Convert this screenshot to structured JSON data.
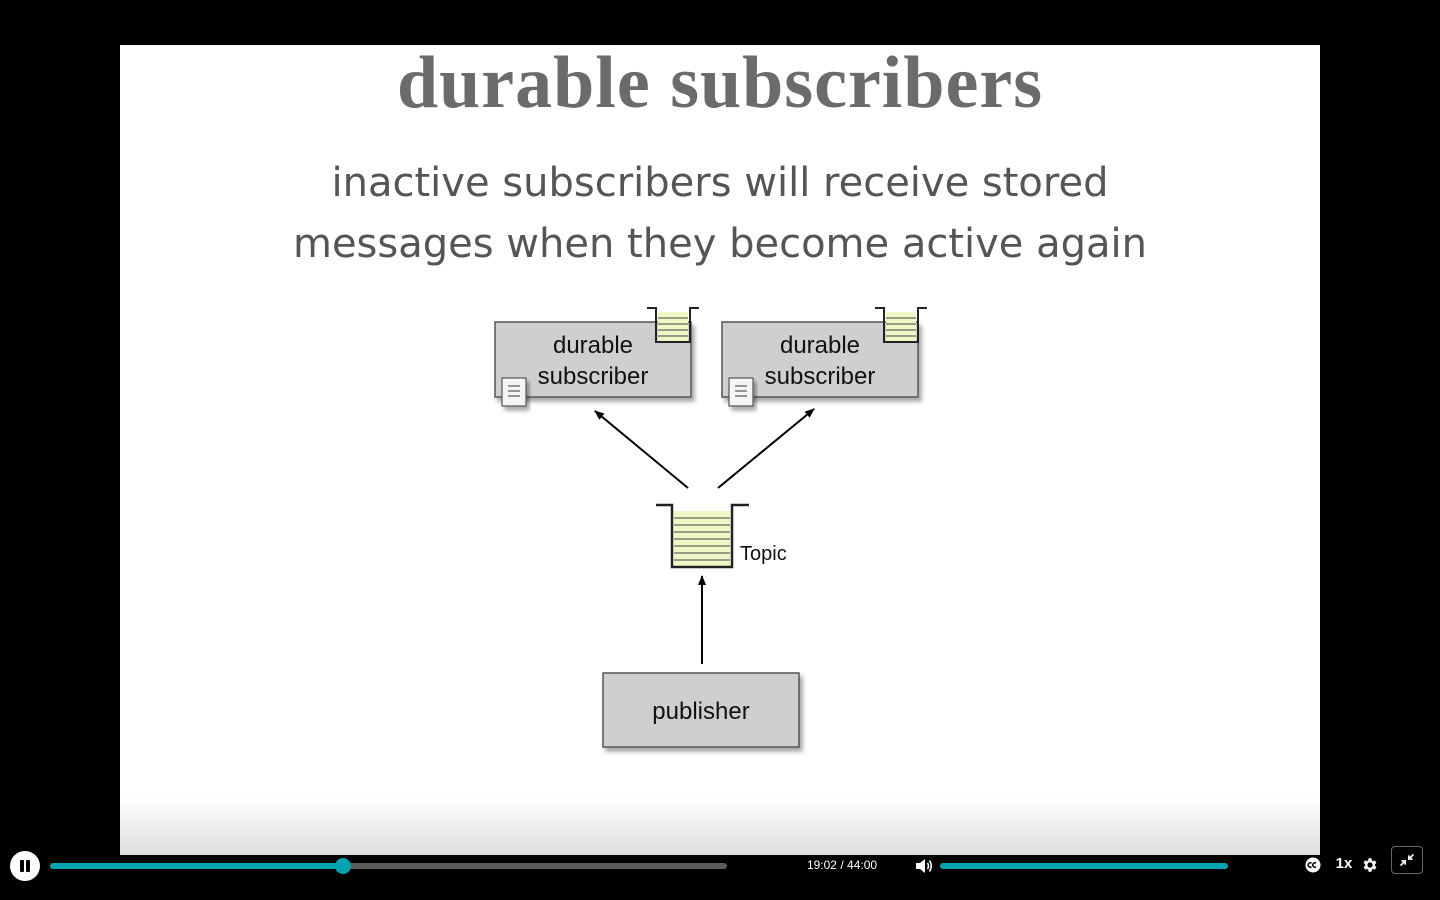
{
  "slide": {
    "title": "durable subscribers",
    "subtitle_lines": [
      "inactive subscribers will receive stored",
      "messages when they become active again"
    ]
  },
  "diagram": {
    "subscriber_left": {
      "line1": "durable",
      "line2": "subscriber"
    },
    "subscriber_right": {
      "line1": "durable",
      "line2": "subscriber"
    },
    "topic_label": "Topic",
    "publisher_label": "publisher"
  },
  "player": {
    "elapsed": "19:02",
    "separator": "/",
    "duration": "44:00",
    "progress_fraction": 0.4326,
    "volume_fraction": 1.0,
    "speed_label": "1x",
    "icons": {
      "play_pause": "pause-icon",
      "volume": "volume-icon",
      "captions": "closed-captions-icon",
      "settings": "gear-icon",
      "fullscreen": "exit-fullscreen-icon"
    },
    "accent_color": "#00a4b0"
  }
}
